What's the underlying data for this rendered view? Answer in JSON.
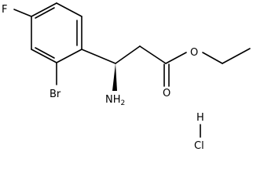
{
  "molecule": {
    "atoms": {
      "fluorine": "F",
      "bromine": "Br",
      "amine": "NH2",
      "carbonyl_oxygen": "O",
      "ester_oxygen": "O",
      "hydrogen": "H",
      "chlorine": "Cl"
    },
    "colors": {
      "bond": "#000000",
      "text": "#000000",
      "background": "#ffffff"
    }
  }
}
